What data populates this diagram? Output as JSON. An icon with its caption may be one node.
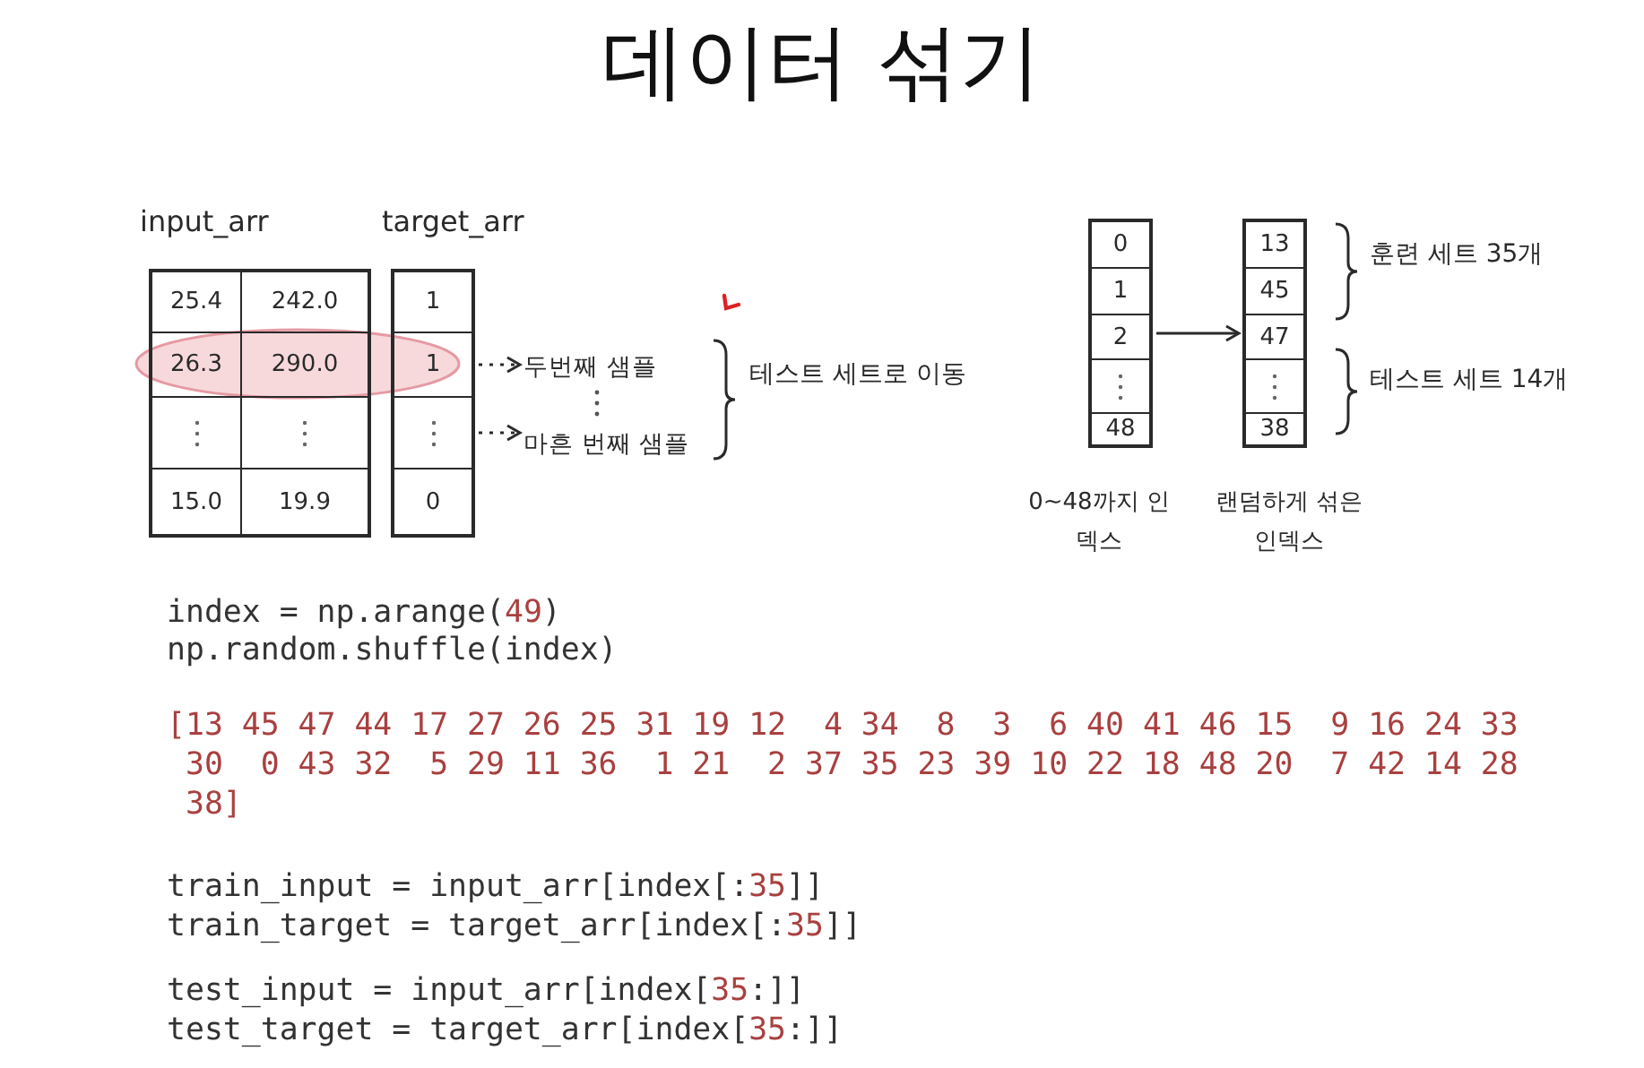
{
  "diagram": {
    "title": "데이터 섞기",
    "nodes": [
      {
        "text": [
          "input_arr"
        ]
      },
      {
        "text": [
          "25.4"
        ],
        "in": 0
      },
      {
        "text": [
          "242.0"
        ],
        "in": 0
      },
      {
        "text": [
          "26.3"
        ],
        "in": 0
      },
      {
        "text": [
          "290.0"
        ],
        "in": 0
      },
      {
        "text": [],
        "shape": "box",
        "in": 0
      },
      {
        "text": [],
        "shape": "box",
        "in": 0
      },
      {
        "text": [
          "15.0"
        ],
        "in": 0
      },
      {
        "text": [
          "19.9"
        ],
        "in": 0
      },
      {
        "text": [
          "target_arr"
        ]
      },
      {
        "text": [
          "1"
        ],
        "in": 9
      },
      {
        "text": [
          "1"
        ],
        "in": 9
      },
      {
        "text": [],
        "shape": "box",
        "in": 9
      },
      {
        "text": [
          "0"
        ],
        "in": 9
      },
      {
        "text": [
          "두번째 샘플"
        ]
      },
      {
        "text": [
          "마흔 번째 샘플"
        ]
      },
      {
        "text": [],
        "shape": "box",
        "beside": [
          "0~48까지 인덱스"
        ]
      },
      {
        "text": [
          "0"
        ],
        "in": 16
      },
      {
        "text": [
          "1"
        ],
        "in": 16
      },
      {
        "text": [
          "2"
        ],
        "in": 16
      },
      {
        "text": [],
        "shape": "box",
        "in": 16
      },
      {
        "text": [
          "48"
        ],
        "in": 16
      },
      {
        "text": [],
        "shape": "box",
        "beside": [
          "랜덤하게 섞은 인덱스"
        ]
      },
      {
        "text": [
          "13"
        ],
        "in": 22
      },
      {
        "text": [
          "45"
        ],
        "in": 22
      },
      {
        "text": [
          "47"
        ],
        "in": 22
      },
      {
        "text": [],
        "shape": "box",
        "in": 22
      },
      {
        "text": [
          "38"
        ],
        "in": 22
      }
    ],
    "edges": [
      {
        "from": 11,
        "to": 14,
        "arrow": "to",
        "style": "dashed"
      },
      {
        "from": 12,
        "to": 15,
        "arrow": "to",
        "style": "dashed"
      },
      {
        "from": 16,
        "to": 22,
        "arrow": "to"
      }
    ],
    "labels": [
      "테스트 세트로 이동",
      "훈련 세트 35개",
      "테스트 세트 14개",
      "index = np.arange(49)",
      "np.random.shuffle(index)",
      "[13 45 47 44 17 27 26 25 31 19 12  4 34  8  3  6 40 41 46 15  9 16 24 33",
      " 30  0 43 32  5 29 11 36  1 21  2 37 35 23 39 10 22 18 48 20  7 42 14 28",
      " 38]",
      "train_input = input_arr[index[:35]]",
      "train_target = target_arr[index[:35]]",
      "test_input = input_arr[index[35:]]",
      "test_target = target_arr[index[35:]]"
    ]
  }
}
